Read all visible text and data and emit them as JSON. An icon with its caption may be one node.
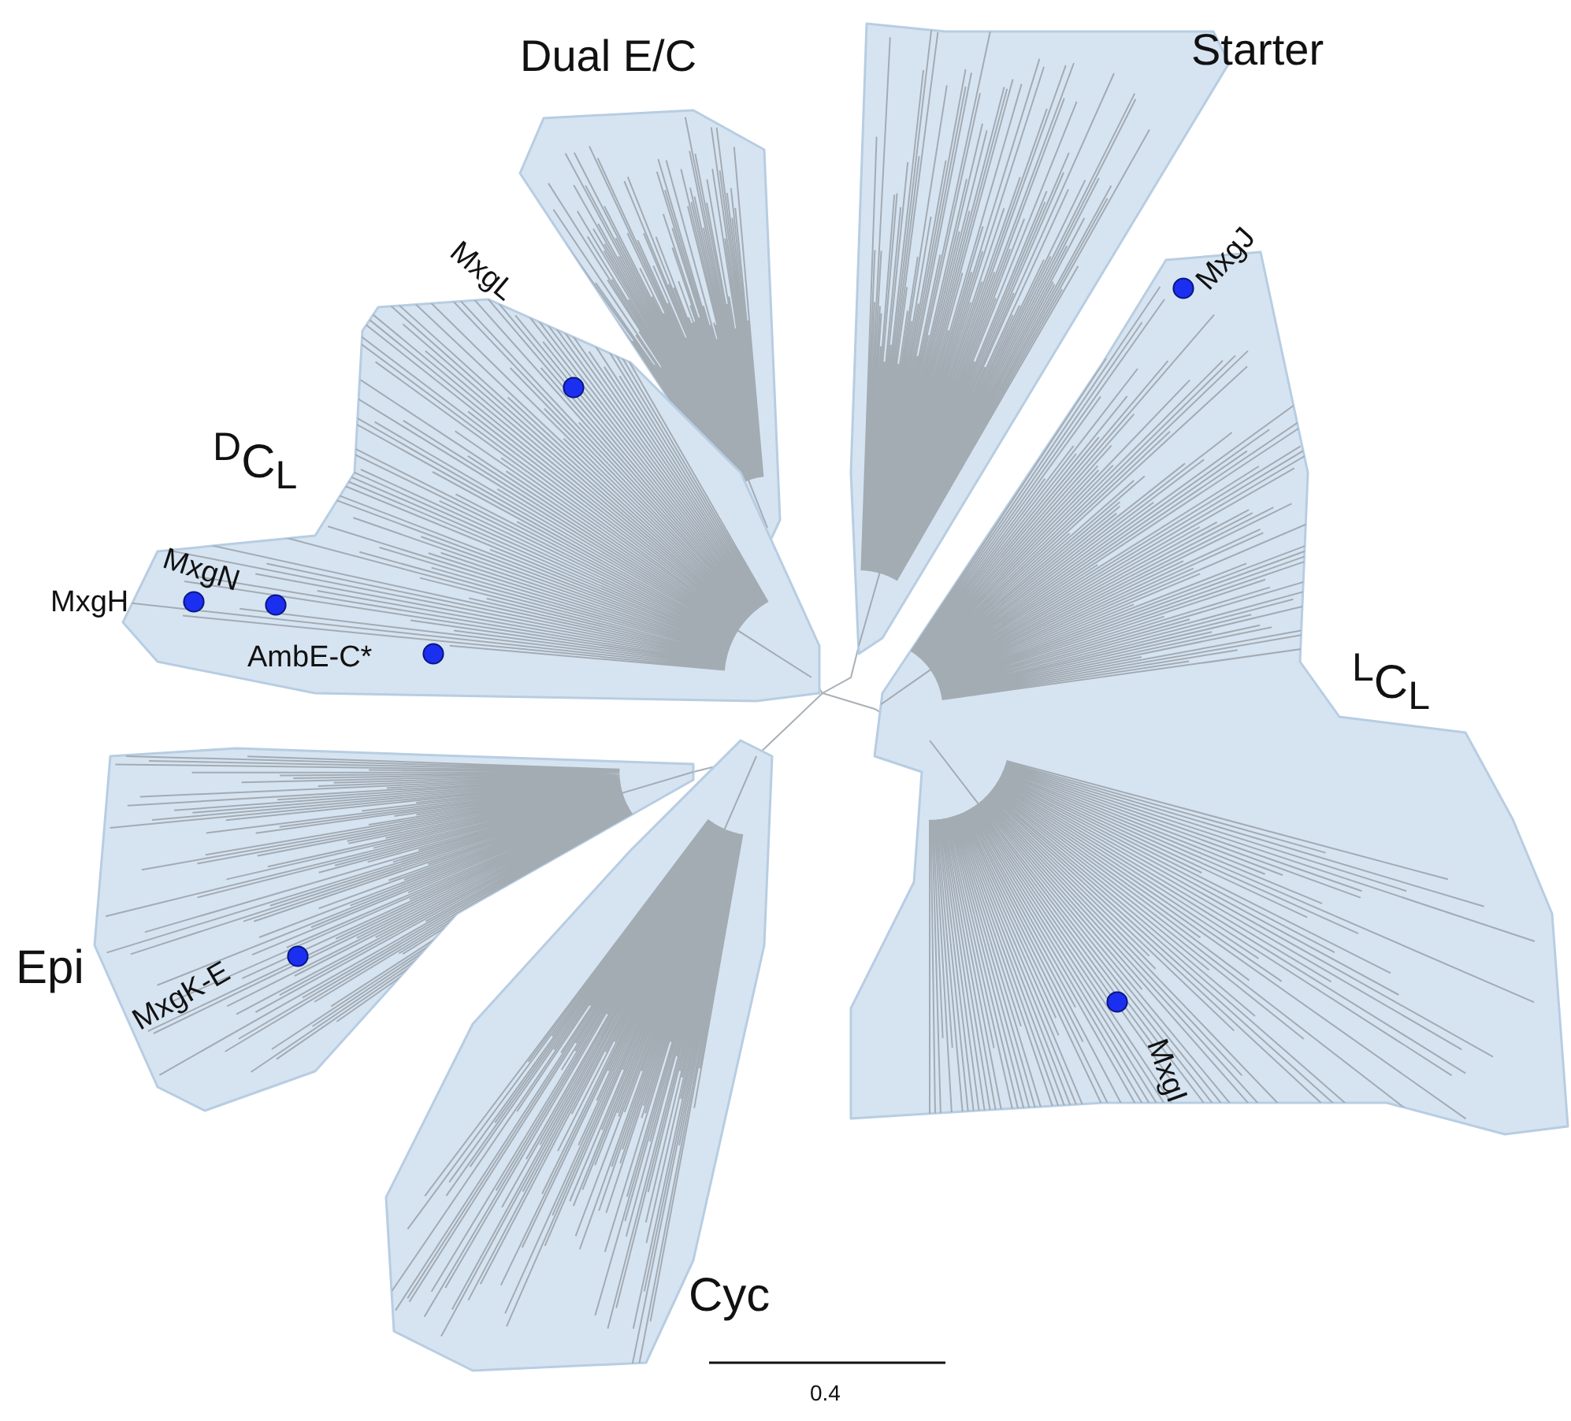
{
  "diagram": {
    "nodes": [
      {
        "text": [
          "Dual E/C"
        ]
      },
      {
        "text": [
          "Starter"
        ]
      },
      {
        "text": [
          "$^{L}$C$_{L}$"
        ]
      },
      {
        "text": [
          "$^{D}$C$_{L}$"
        ]
      },
      {
        "text": [
          "Epi"
        ]
      },
      {
        "text": [
          "Cyc"
        ]
      }
    ],
    "labels": [
      "MxgL",
      "MxgJ",
      "MxgN",
      "MxgH",
      "AmbE-C*",
      "MxgK-E",
      "MxgI",
      "0.4"
    ]
  }
}
